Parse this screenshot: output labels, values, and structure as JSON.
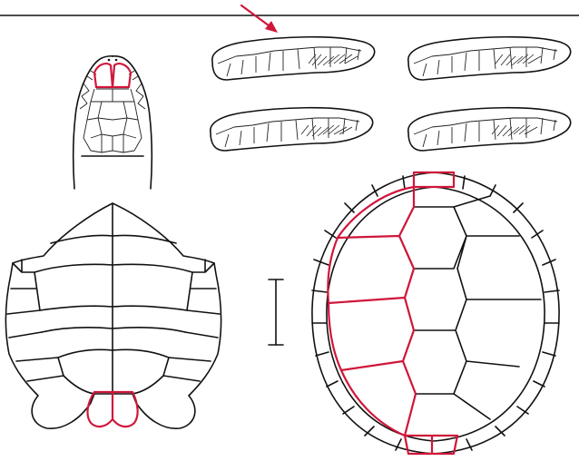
{
  "figure": {
    "colors": {
      "ink": "#111111",
      "highlight": "#d0163a",
      "background": "#ffffff"
    },
    "panels": [
      {
        "id": "head-dorsal",
        "icon": "turtle-head-dorsal-icon"
      },
      {
        "id": "jaw-profiles",
        "icon": "jaw-profile-icon",
        "count": 4
      },
      {
        "id": "plastron",
        "icon": "turtle-plastron-icon"
      },
      {
        "id": "carapace",
        "icon": "turtle-carapace-icon"
      },
      {
        "id": "scale-bar",
        "icon": "scale-bar-icon"
      }
    ],
    "annotation": {
      "icon": "arrow-icon"
    }
  }
}
